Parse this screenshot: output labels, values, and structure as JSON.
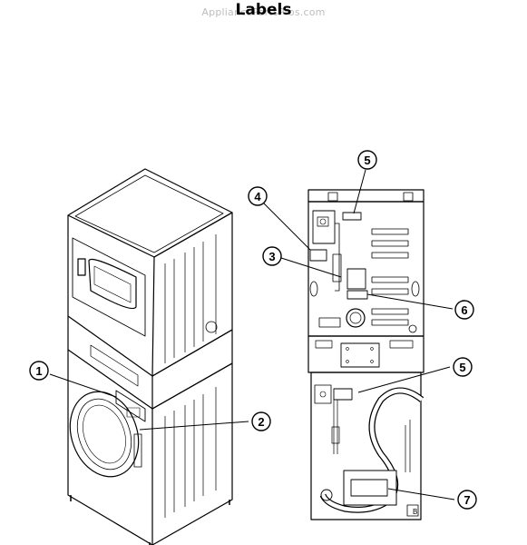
{
  "watermark": "AppliancePartsPros.com",
  "title": "Labels",
  "callouts": [
    {
      "id": "1",
      "label": "1"
    },
    {
      "id": "2",
      "label": "2"
    },
    {
      "id": "3",
      "label": "3"
    },
    {
      "id": "4",
      "label": "4"
    },
    {
      "id": "5a",
      "label": "5"
    },
    {
      "id": "5b",
      "label": "5"
    },
    {
      "id": "6",
      "label": "6"
    },
    {
      "id": "7",
      "label": "7"
    }
  ],
  "panel_mark": "B"
}
